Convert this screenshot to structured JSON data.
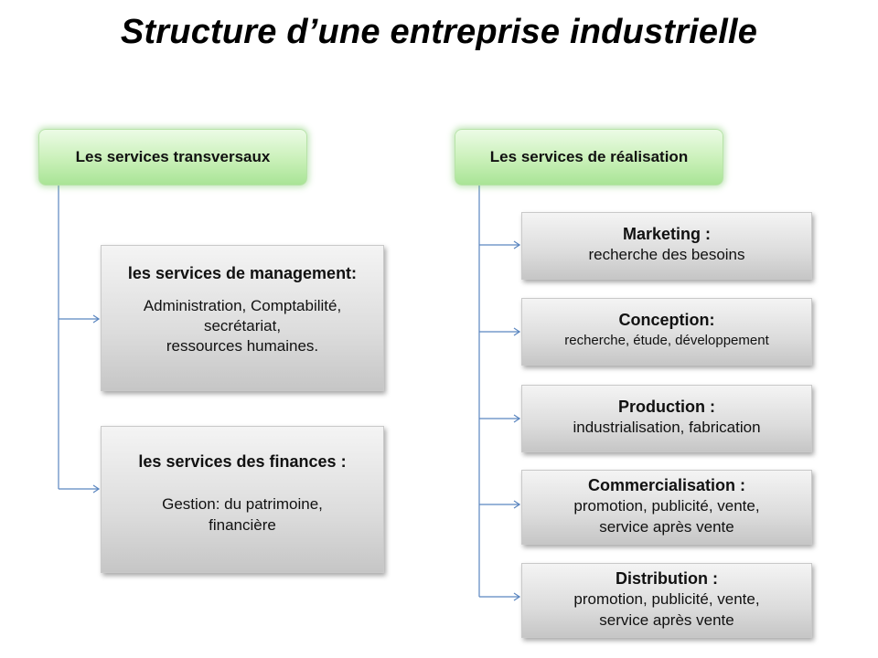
{
  "title": "Structure d’une entreprise industrielle",
  "left_column": {
    "header": "Les services transversaux",
    "boxes": [
      {
        "heading": "les services de management:",
        "lines": [
          "Administration, Comptabilité,",
          "secrétariat,",
          "ressources humaines."
        ]
      },
      {
        "heading": "les services des finances :",
        "lines": [
          "Gestion: du  patrimoine,",
          "financière"
        ]
      }
    ]
  },
  "right_column": {
    "header": "Les services de réalisation",
    "boxes": [
      {
        "heading": "Marketing  :",
        "lines": [
          "recherche des besoins"
        ]
      },
      {
        "heading": "Conception:",
        "lines": [
          "recherche, étude, développement"
        ]
      },
      {
        "heading": "Production :",
        "lines": [
          "industrialisation, fabrication"
        ]
      },
      {
        "heading": "Commercialisation  :",
        "lines": [
          "promotion, publicité, vente,",
          "service après vente"
        ]
      },
      {
        "heading": "Distribution  :",
        "lines": [
          "promotion, publicité, vente,",
          "service après vente"
        ]
      }
    ]
  }
}
